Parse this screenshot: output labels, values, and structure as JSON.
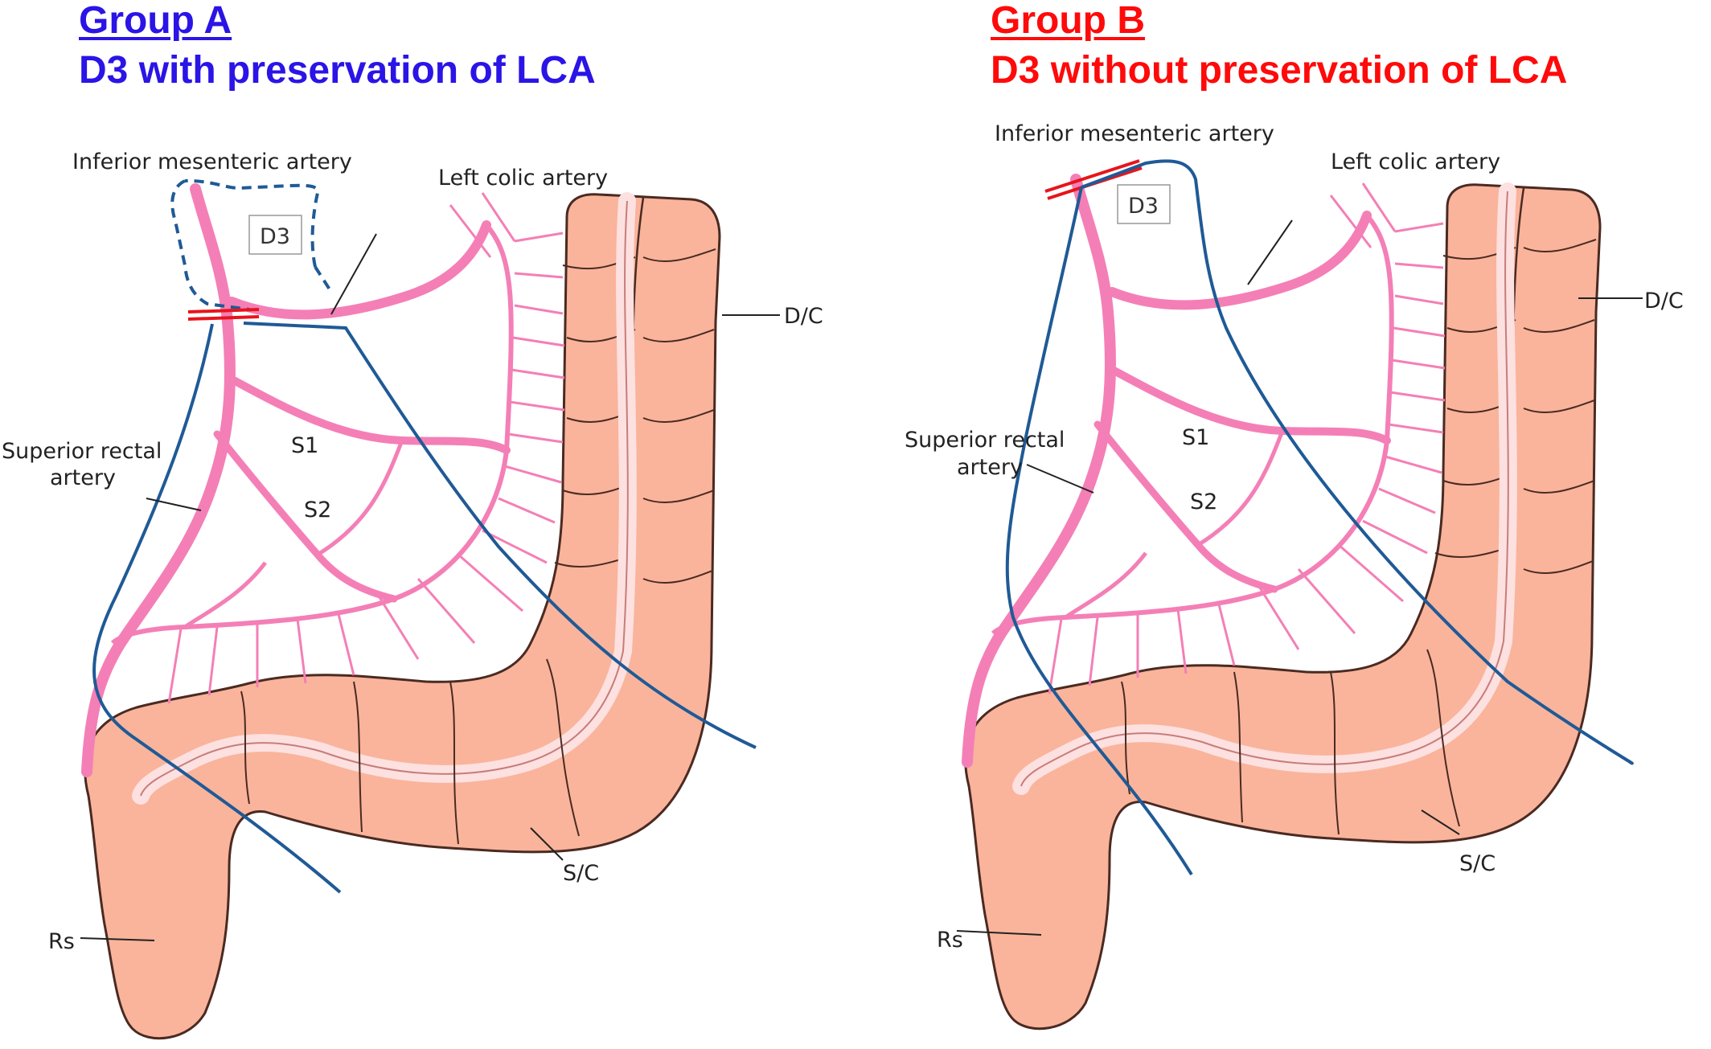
{
  "panels": [
    {
      "id": "group-a",
      "group_label": "Group A",
      "procedure": "D3 with preservation of LCA",
      "title_color": "#2a14e6",
      "labels": {
        "ima": "Inferior mesenteric artery",
        "lca": "Left colic artery",
        "d3": "D3",
        "dc": "D/C",
        "sra_line1": "Superior rectal",
        "sra_line2": "artery",
        "s1": "S1",
        "s2": "S2",
        "sc": "S/C",
        "rs": "Rs"
      }
    },
    {
      "id": "group-b",
      "group_label": "Group B",
      "procedure": "D3 without preservation of LCA",
      "title_color": "#ff0a0a",
      "labels": {
        "ima": "Inferior mesenteric artery",
        "lca": "Left colic artery",
        "d3": "D3",
        "dc": "D/C",
        "sra_line1": "Superior rectal",
        "sra_line2": "artery",
        "s1": "S1",
        "s2": "S2",
        "sc": "S/C",
        "rs": "Rs"
      }
    }
  ],
  "colors": {
    "artery": "#f47fb6",
    "colon_fill": "#f9b49b",
    "colon_outline": "#4a2a22",
    "lumen": "#fde0e0",
    "dissection_line": "#1f5a96",
    "ligation_mark": "#e8141c"
  }
}
